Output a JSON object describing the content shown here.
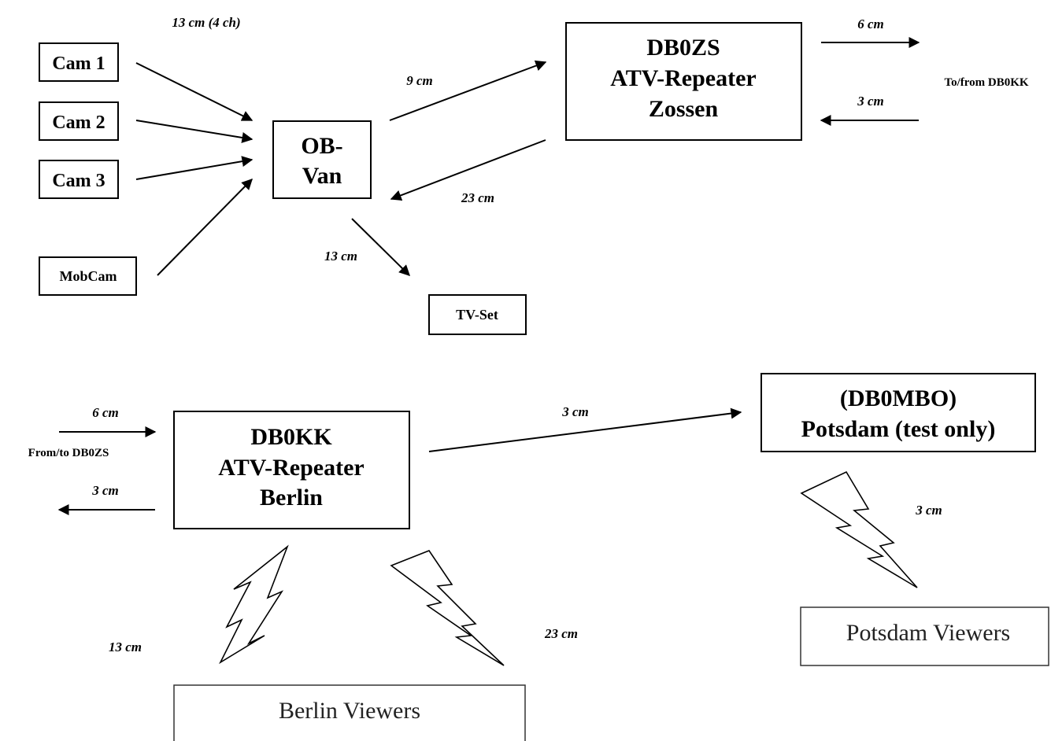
{
  "nodes": {
    "cam1": "Cam 1",
    "cam2": "Cam 2",
    "cam3": "Cam 3",
    "mobcam": "MobCam",
    "obvan": [
      "OB-",
      "Van"
    ],
    "tvset": "TV-Set",
    "db0zs": [
      "DB0ZS",
      "ATV-Repeater",
      "Zossen"
    ],
    "db0kk": [
      "DB0KK",
      "ATV-Repeater",
      "Berlin"
    ],
    "db0mbo": [
      "(DB0MBO)",
      "Potsdam (test only)"
    ],
    "berlin_viewers": "Berlin Viewers",
    "potsdam_viewers": "Potsdam Viewers"
  },
  "edges": {
    "cams_to_van": "13 cm (4 ch)",
    "van_to_zs": "9 cm",
    "zs_to_van": "23 cm",
    "van_to_tv": "13 cm",
    "zs_out": "6 cm",
    "zs_in": "3 cm",
    "zs_side": "To/from DB0KK",
    "kk_in": "6 cm",
    "kk_out": "3 cm",
    "kk_side": "From/to DB0ZS",
    "kk_to_mbo": "3 cm",
    "kk_bolt_left": "13 cm",
    "kk_bolt_right": "23 cm",
    "mbo_bolt": "3 cm"
  }
}
